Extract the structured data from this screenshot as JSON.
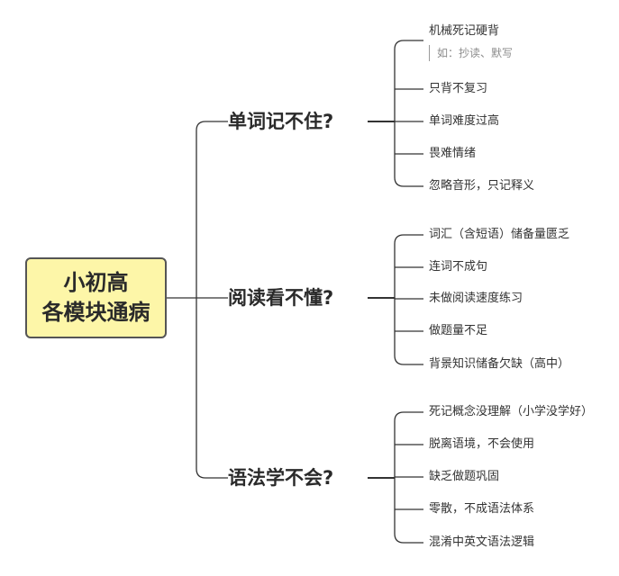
{
  "root": {
    "line1": "小初高",
    "line2": "各模块通病"
  },
  "branches": [
    {
      "label": "单词记不住?",
      "items": [
        "机械死记硬背",
        "只背不复习",
        "单词难度过高",
        "畏难情绪",
        "忽略音形，只记释义"
      ],
      "note": "如：抄读、默写"
    },
    {
      "label": "阅读看不懂?",
      "items": [
        "词汇（含短语）储备量匮乏",
        "连词不成句",
        "未做阅读速度练习",
        "做题量不足",
        "背景知识储备欠缺（高中）"
      ]
    },
    {
      "label": "语法学不会?",
      "items": [
        "死记概念没理解（小学没学好）",
        "脱离语境，不会使用",
        "缺乏做题巩固",
        "零散，不成语法体系",
        "混淆中英文语法逻辑"
      ]
    }
  ],
  "colors": {
    "line": "#333333",
    "root_fill": "#fdf6a8",
    "root_border": "#555555"
  }
}
